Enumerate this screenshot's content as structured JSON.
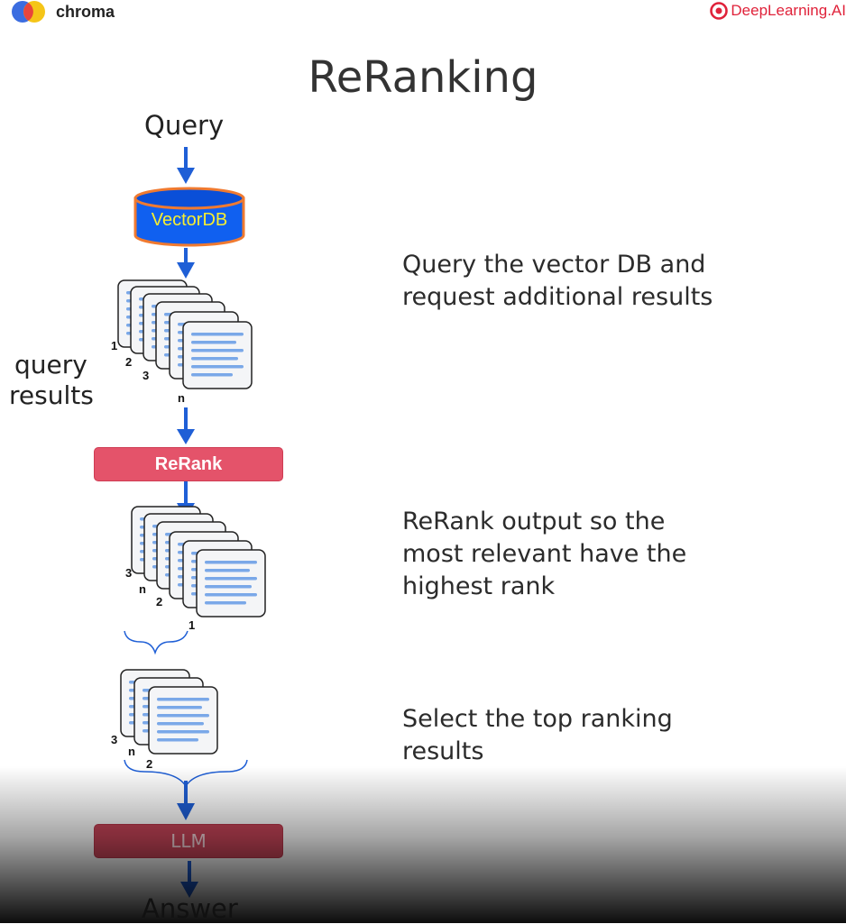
{
  "header": {
    "left_brand": "chroma",
    "right_brand": "DeepLearning.AI"
  },
  "title": "ReRanking",
  "labels": {
    "query": "Query",
    "query_results": [
      "query",
      "results"
    ],
    "answer": "Answer"
  },
  "nodes": {
    "vectordb": "VectorDB",
    "rerank": "ReRank",
    "llm": "LLM"
  },
  "rank_labels": {
    "query_results": [
      "1",
      "2",
      "3",
      "n"
    ],
    "reranked": [
      "3",
      "n",
      "2",
      "1"
    ],
    "selected": [
      "3",
      "n",
      "2"
    ]
  },
  "descriptions": {
    "step1": [
      "Query the vector DB and",
      "request additional results"
    ],
    "step2": [
      "ReRank output so the",
      "most relevant have the",
      "highest rank"
    ],
    "step3": [
      "Select the top ranking",
      "results"
    ]
  },
  "colors": {
    "arrow": "#1f5fd6",
    "cylinder_fill": "#1060f0",
    "cylinder_outline": "#f07a30",
    "vectordb_text": "#f8ee30",
    "rerank": "#e4536a",
    "llm": "#c94559",
    "doc_line": "#7aa8e8"
  }
}
